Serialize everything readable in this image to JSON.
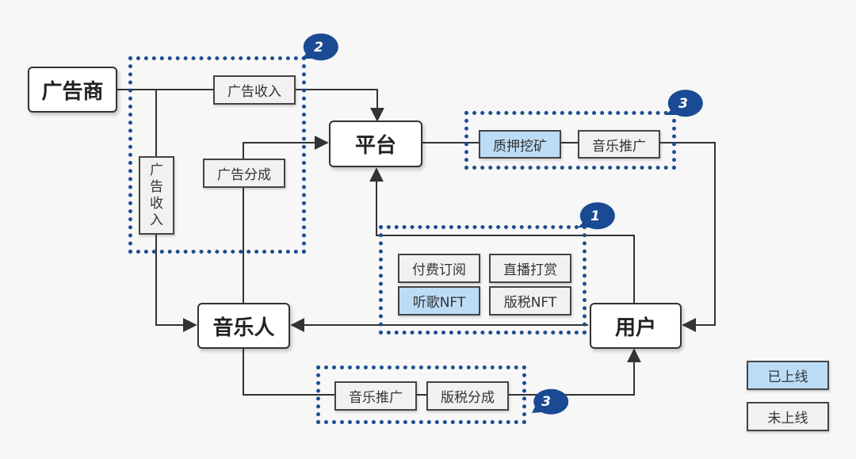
{
  "nodes": {
    "advertiser": "广告商",
    "platform": "平台",
    "musician": "音乐人",
    "user": "用户"
  },
  "labels": {
    "ad_income_top": "广告收入",
    "ad_income_side": [
      "广",
      "告",
      "收",
      "入"
    ],
    "ad_share": "广告分成",
    "staking_mining": "质押挖矿",
    "music_promo_platform": "音乐推广",
    "paid_subscription": "付费订阅",
    "live_tipping": "直播打赏",
    "listen_nft": "听歌NFT",
    "royalty_nft": "版税NFT",
    "music_promo_bottom": "音乐推广",
    "royalty_split": "版税分成"
  },
  "badges": {
    "group_ads": "2",
    "group_platform_services": "3",
    "group_user_payments": "1",
    "group_musician_services": "3"
  },
  "legend": {
    "online": "已上线",
    "not_online": "未上线"
  },
  "colors": {
    "online_fill": "#bcdcf6",
    "offline_fill": "#f1f1f1",
    "dotted_border": "#1f4e91",
    "badge": "#1a4a93"
  }
}
